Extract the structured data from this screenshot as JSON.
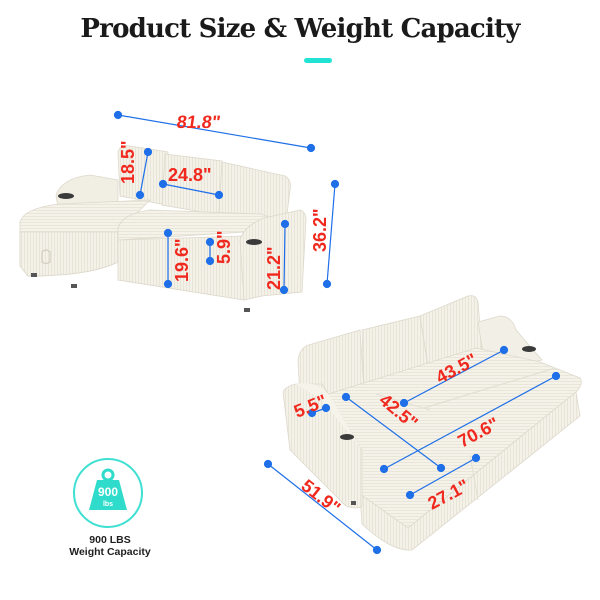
{
  "header": {
    "title": "Product Size & Weight Capacity",
    "accent_color": "#22e3d3"
  },
  "colors": {
    "dimension_text": "#f0281e",
    "dimension_line": "#1e6fe8",
    "sofa_fabric": "#f3f0e6",
    "badge_teal": "#2fdccb"
  },
  "sectional_sofa": {
    "overall_width": "81.8\"",
    "back_cushion_height": "18.5\"",
    "back_cushion_width": "24.8\"",
    "overall_height": "36.2\"",
    "seat_height": "19.6\"",
    "seat_cushion_thickness": "5.9\"",
    "arm_height": "21.2\""
  },
  "sleeper_sofa": {
    "arm_width": "5.5\"",
    "seat_width": "43.5\"",
    "seat_depth": "42.5\"",
    "bed_length": "70.6\"",
    "bed_extension": "27.1\"",
    "overall_depth": "51.9\""
  },
  "weight_badge": {
    "icon": "kettlebell-weight-icon",
    "value": "900",
    "unit": "lbs",
    "label_line1": "900 LBS",
    "label_line2": "Weight Capacity"
  }
}
